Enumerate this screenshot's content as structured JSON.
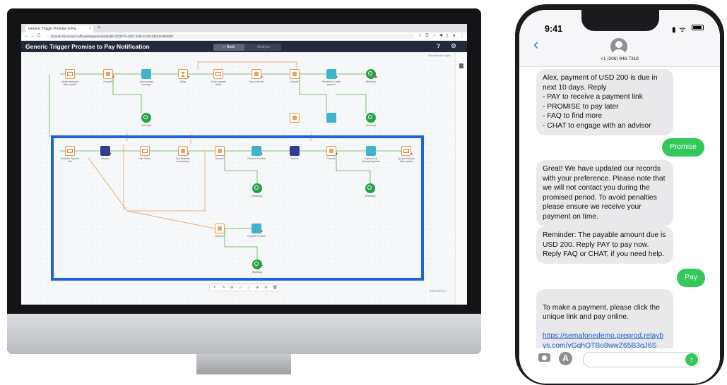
{
  "browser": {
    "tab_title": "Generic Trigger Promise to Pa...",
    "tab_close": "×",
    "tab_new": "+",
    "back": "←",
    "forward": "→",
    "reload": "C",
    "url": "dcloud.imiconnect.io/flowdesigner/view/public/223276-4d37-4cbb-bc39-33541f4948997",
    "icons": [
      "share-icon",
      "key-icon",
      "star-icon",
      "extension-icon",
      "sidebar-icon",
      "profile-icon",
      "menu-icon"
    ]
  },
  "app": {
    "title": "Generic Trigger Promise to Pay Notification",
    "tab_build": "✓ Build",
    "tab_analyse": "Analyse",
    "help": "?",
    "settings": "⚙",
    "brand": "imiconnect",
    "legend": "Simultaneous edges",
    "toolbar_glyphs": "↶ ↷ ⊞ ▭ ⤢ ⊕ ⊖ 🗑",
    "accent_color": "#1a63d8"
  },
  "flow": {
    "top_labels": [
      "Update feedback office system",
      "Channel?",
      "Acknowledge message",
      "Delay",
      "Check payment status",
      "Send reminder",
      "Channel?",
      "Reminder to make payment",
      "WhatsApp",
      "WhatsApp",
      "WhatsApp"
    ],
    "mid_labels": [
      "Generate Payment Link",
      "Receive",
      "Date Parser",
      "Link Generate successfully?",
      "Channel?",
      "Payment Promise",
      "Receive",
      "Channel?",
      "Payment link acknowledgement",
      "Update feedback office system",
      "WhatsApp",
      "WhatsApp"
    ],
    "low_labels": [
      "Channel?",
      "Payment Promise",
      "WhatsApp"
    ]
  },
  "phone": {
    "time": "9:41",
    "status": "▮▮▮ ᯤ",
    "back": "‹",
    "contact": "+1 (206) 848-7318",
    "messages": [
      {
        "dir": "in",
        "text": "Alex, payment of USD 200 is due in next 10 days. Reply\n- PAY to receive a payment link\n- PROMISE to pay later\n- FAQ to find more\n- CHAT to engage with an advisor"
      },
      {
        "dir": "out",
        "text": "Promise"
      },
      {
        "dir": "in",
        "text": "Great! We have updated our records with your preference. Please note that we will not contact you during the promised period. To avoid penalties please ensure we receive your payment on time."
      },
      {
        "dir": "in",
        "text": "Reminder: The payable amount due is USD 200. Reply PAY to pay now. Reply FAQ or CHAT, if you need help."
      },
      {
        "dir": "out",
        "text": "Pay"
      },
      {
        "dir": "in",
        "text": "To make a payment, please click the unique link and pay online.",
        "link": "https://semafonedemo.preprod.relaybys.com/yGqhQTBo8wwZ65B3qJ6S"
      }
    ],
    "store": "A",
    "send": "↑",
    "colors": {
      "outgoing": "#34c759",
      "incoming": "#e9e9eb",
      "link": "#1a5fd0"
    }
  }
}
